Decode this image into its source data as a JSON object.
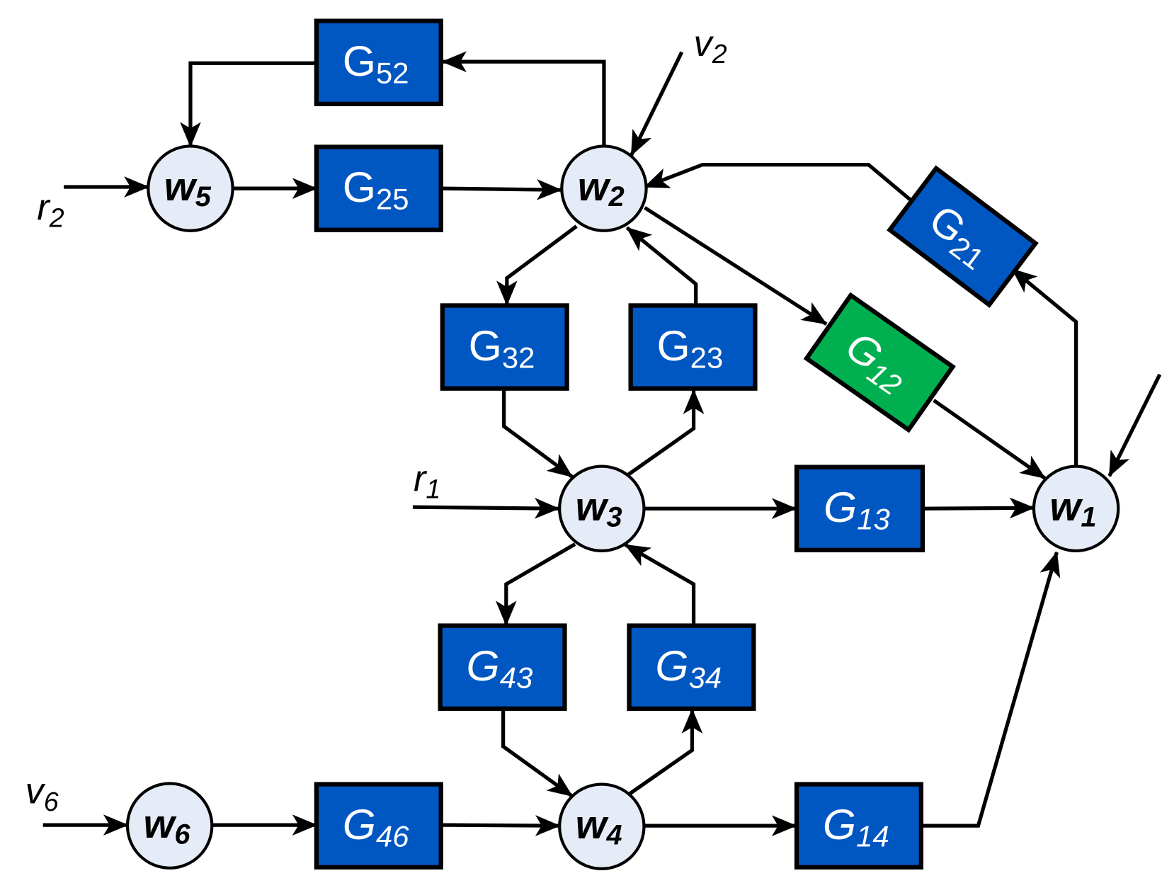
{
  "title": "Dynamic network block diagram",
  "colors": {
    "block": "#0057c2",
    "highlight_block": "#00b050",
    "node_fill": "#e6ecf7",
    "line": "#000000"
  },
  "nodes": [
    {
      "id": "w1",
      "base": "w",
      "sub": "1"
    },
    {
      "id": "w2",
      "base": "w",
      "sub": "2"
    },
    {
      "id": "w3",
      "base": "w",
      "sub": "3"
    },
    {
      "id": "w4",
      "base": "w",
      "sub": "4"
    },
    {
      "id": "w5",
      "base": "w",
      "sub": "5"
    },
    {
      "id": "w6",
      "base": "w",
      "sub": "6"
    }
  ],
  "blocks": [
    {
      "id": "G52",
      "base": "G",
      "sub": "52",
      "from": "w2",
      "to": "w5",
      "highlight": false
    },
    {
      "id": "G25",
      "base": "G",
      "sub": "25",
      "from": "w5",
      "to": "w2",
      "highlight": false
    },
    {
      "id": "G32",
      "base": "G",
      "sub": "32",
      "from": "w2",
      "to": "w3",
      "highlight": false
    },
    {
      "id": "G23",
      "base": "G",
      "sub": "23",
      "from": "w3",
      "to": "w2",
      "highlight": false
    },
    {
      "id": "G12",
      "base": "G",
      "sub": "12",
      "from": "w2",
      "to": "w1",
      "highlight": true
    },
    {
      "id": "G21",
      "base": "G",
      "sub": "21",
      "from": "w1",
      "to": "w2",
      "highlight": false
    },
    {
      "id": "G13",
      "base": "G",
      "sub": "13",
      "from": "w3",
      "to": "w1",
      "highlight": false
    },
    {
      "id": "G43",
      "base": "G",
      "sub": "43",
      "from": "w3",
      "to": "w4",
      "highlight": false
    },
    {
      "id": "G34",
      "base": "G",
      "sub": "34",
      "from": "w4",
      "to": "w3",
      "highlight": false
    },
    {
      "id": "G46",
      "base": "G",
      "sub": "46",
      "from": "w6",
      "to": "w4",
      "highlight": false
    },
    {
      "id": "G14",
      "base": "G",
      "sub": "14",
      "from": "w4",
      "to": "w1",
      "highlight": false
    }
  ],
  "external_signals": [
    {
      "id": "r2",
      "base": "r",
      "sub": "2",
      "to": "w5"
    },
    {
      "id": "v2",
      "base": "v",
      "sub": "2",
      "to": "w2"
    },
    {
      "id": "r1",
      "base": "r",
      "sub": "1",
      "to": "w3"
    },
    {
      "id": "v6",
      "base": "v",
      "sub": "6",
      "to": "w6"
    },
    {
      "id": "unlabeled-input",
      "base": "",
      "sub": "",
      "to": "w1"
    }
  ]
}
